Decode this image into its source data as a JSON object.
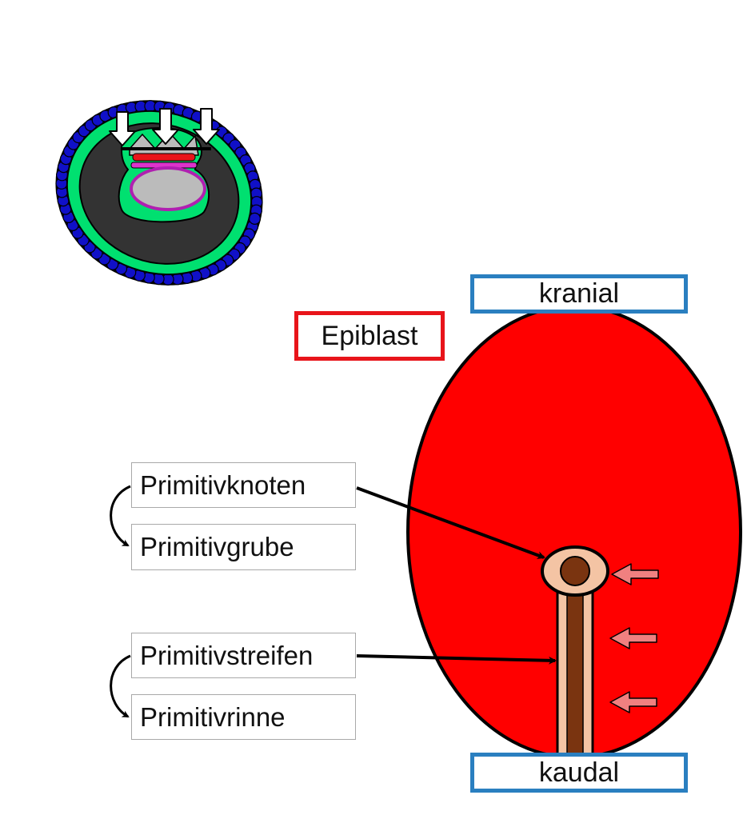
{
  "labels": {
    "kranial": "kranial",
    "kaudal": "kaudal",
    "epiblast": "Epiblast",
    "primitivknoten": "Primitivknoten",
    "primitivgrube": "Primitivgrube",
    "primitivstreifen": "Primitivstreifen",
    "primitivrinne": "Primitivrinne"
  },
  "colors": {
    "embryonic_disc": "#ff0000",
    "primitive_streak_outer": "#f4c4a4",
    "primitive_streak_inner": "#7a3410",
    "label_border_axis": "#2a7fc0",
    "label_border_epiblast": "#e8141a",
    "indicator_arrow": "#f08080",
    "blastocyst_trophoblast": "#1010c8",
    "blastocyst_green": "#00e070",
    "blastocyst_cavity": "#333333"
  }
}
